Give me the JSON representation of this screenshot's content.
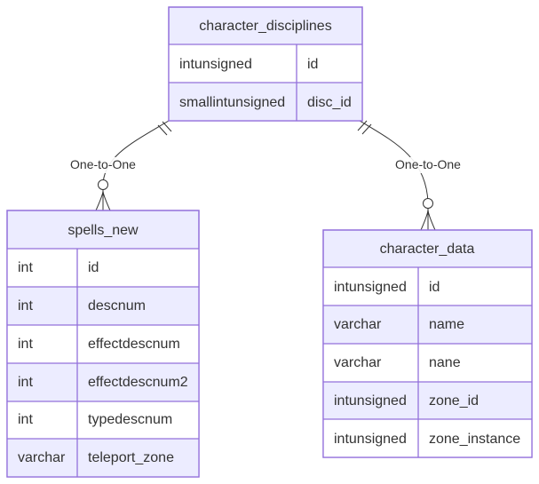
{
  "diagram": {
    "entities": [
      {
        "name": "character_disciplines",
        "attributes": [
          {
            "type": "intunsigned",
            "name": "id"
          },
          {
            "type": "smallintunsigned",
            "name": "disc_id"
          }
        ]
      },
      {
        "name": "spells_new",
        "attributes": [
          {
            "type": "int",
            "name": "id"
          },
          {
            "type": "int",
            "name": "descnum"
          },
          {
            "type": "int",
            "name": "effectdescnum"
          },
          {
            "type": "int",
            "name": "effectdescnum2"
          },
          {
            "type": "int",
            "name": "typedescnum"
          },
          {
            "type": "varchar",
            "name": "teleport_zone"
          }
        ]
      },
      {
        "name": "character_data",
        "attributes": [
          {
            "type": "intunsigned",
            "name": "id"
          },
          {
            "type": "varchar",
            "name": "name"
          },
          {
            "type": "varchar",
            "name": "nane"
          },
          {
            "type": "intunsigned",
            "name": "zone_id"
          },
          {
            "type": "intunsigned",
            "name": "zone_instance"
          }
        ]
      }
    ],
    "relationships": [
      {
        "from": "character_disciplines",
        "to": "spells_new",
        "label": "One-to-One"
      },
      {
        "from": "character_disciplines",
        "to": "character_data",
        "label": "One-to-One"
      }
    ]
  }
}
